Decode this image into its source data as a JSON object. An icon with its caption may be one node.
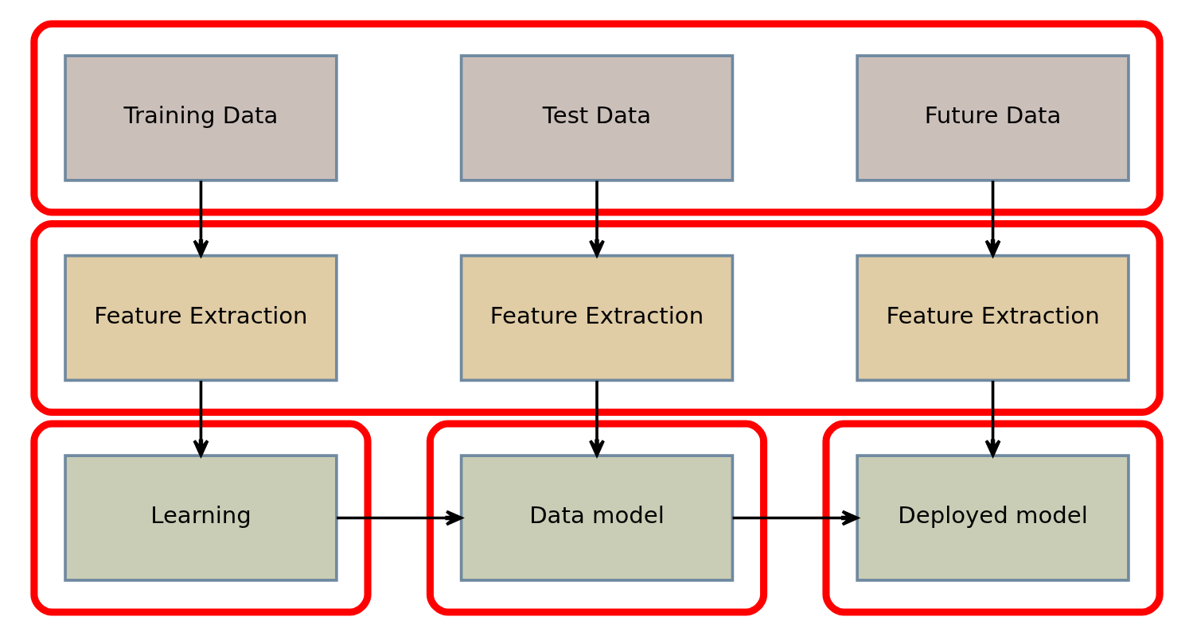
{
  "diagram": {
    "nodes": [
      {
        "text": [],
        "shape": "box"
      },
      {
        "text": [
          "Training Data"
        ],
        "in": 0
      },
      {
        "text": [
          "Test Data"
        ],
        "in": 0
      },
      {
        "text": [
          "Future Data"
        ],
        "in": 0
      },
      {
        "text": [],
        "shape": "box"
      },
      {
        "text": [
          "Feature Extraction"
        ],
        "in": 4
      },
      {
        "text": [
          "Feature Extraction"
        ],
        "in": 4
      },
      {
        "text": [
          "Feature Extraction"
        ],
        "in": 4
      },
      {
        "text": [],
        "shape": "box"
      },
      {
        "text": [
          "Learning"
        ],
        "in": 8
      },
      {
        "text": [],
        "shape": "box"
      },
      {
        "text": [
          "Data model"
        ],
        "in": 10
      },
      {
        "text": [],
        "shape": "box"
      },
      {
        "text": [
          "Deployed model"
        ],
        "in": 12
      }
    ],
    "edges": [
      {
        "from": 1,
        "to": 5,
        "arrow": "to"
      },
      {
        "from": 2,
        "to": 6,
        "arrow": "to"
      },
      {
        "from": 3,
        "to": 7,
        "arrow": "to"
      },
      {
        "from": 5,
        "to": 9,
        "arrow": "to"
      },
      {
        "from": 6,
        "to": 11,
        "arrow": "to"
      },
      {
        "from": 7,
        "to": 13,
        "arrow": "to"
      },
      {
        "from": 9,
        "to": 11,
        "arrow": "to"
      },
      {
        "from": 11,
        "to": 13,
        "arrow": "to"
      }
    ]
  }
}
